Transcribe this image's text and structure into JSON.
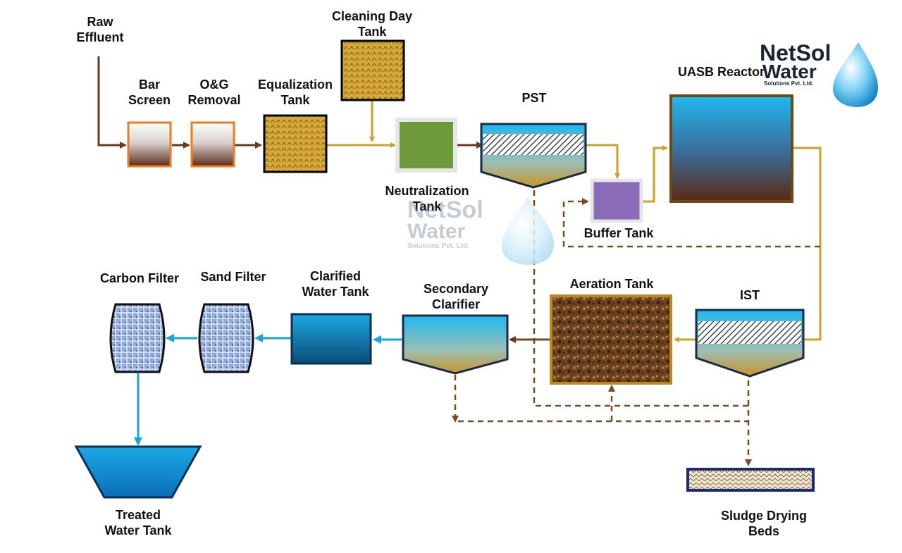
{
  "colors": {
    "process_line": "#c9a227",
    "sludge_line": "#7a4a22",
    "clean_line": "#17a5dc",
    "raw_line": "#6b3a1c"
  },
  "labels": {
    "raw_effluent": "Raw\nEffluent",
    "bar_screen": "Bar\nScreen",
    "og_removal": "O&G\nRemoval",
    "equalization_tank": "Equalization\nTank",
    "cleaning_day_tank": "Cleaning Day\nTank",
    "neutralization_tank": "Neutralization\nTank",
    "pst": "PST",
    "buffer_tank": "Buffer Tank",
    "uasb_reactor": "UASB Reactor",
    "ist": "IST",
    "aeration_tank": "Aeration Tank",
    "secondary_clarifier": "Secondary\nClarifier",
    "clarified_water_tank": "Clarified\nWater Tank",
    "sand_filter": "Sand Filter",
    "carbon_filter": "Carbon Filter",
    "treated_water_tank": "Treated\nWater Tank",
    "sludge_drying_beds": "Sludge Drying\nBeds"
  },
  "logo": {
    "name_line1": "NetSol",
    "name_line2": "Water",
    "tagline": "Solutions Pvt. Ltd."
  },
  "icons": [
    "water-drop-icon"
  ]
}
